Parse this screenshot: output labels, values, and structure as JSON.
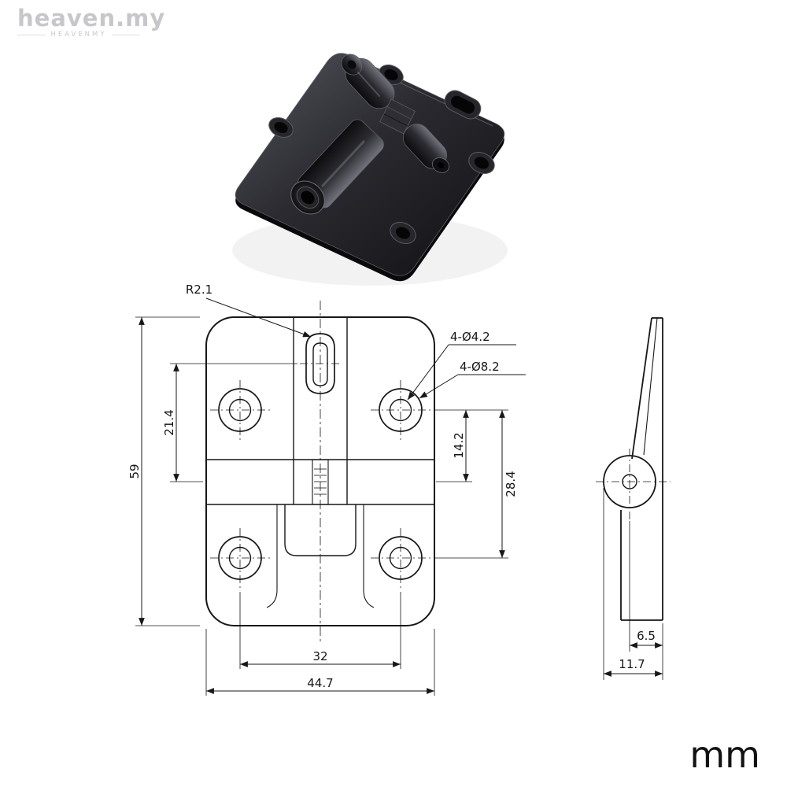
{
  "watermark": {
    "brand": "heaven.my",
    "caption": "HEAVENMY"
  },
  "front_view": {
    "radius_label": "R2.1",
    "small_holes_label": "4-Ø4.2",
    "large_holes_label": "4-Ø8.2",
    "dim_total_height": "59",
    "dim_slot_center": "21.4",
    "dim_hole_to_center": "14.2",
    "dim_hole_pitch_vertical": "28.4",
    "dim_hole_pitch_horizontal": "32",
    "dim_total_width": "44.7"
  },
  "side_view": {
    "dim_pin_offset": "6.5",
    "dim_thickness": "11.7"
  },
  "footer": {
    "unit": "mm"
  },
  "colors": {
    "drawing_line": "#17171b",
    "metal_dark": "#111114",
    "metal_mid": "#2a2a2f",
    "metal_light": "#4d4d55",
    "watermark_gray": "#c7c7cb"
  }
}
